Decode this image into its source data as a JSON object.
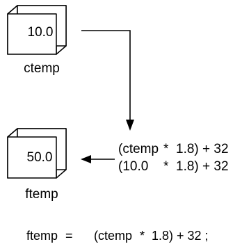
{
  "boxes": {
    "ctemp": {
      "value": "10.0",
      "label": "ctemp"
    },
    "ftemp": {
      "value": "50.0",
      "label": "ftemp"
    }
  },
  "expressions": {
    "symbolic": {
      "open": "(ctemp",
      "op": "*",
      "close": "1.8) + 32"
    },
    "numeric": {
      "open": "(10.0",
      "op": "*",
      "close": "1.8) + 32"
    }
  },
  "statement": {
    "lhs": "ftemp",
    "eq": "=",
    "open": "(ctemp",
    "op": "*",
    "close": "1.8) + 32 ;"
  }
}
